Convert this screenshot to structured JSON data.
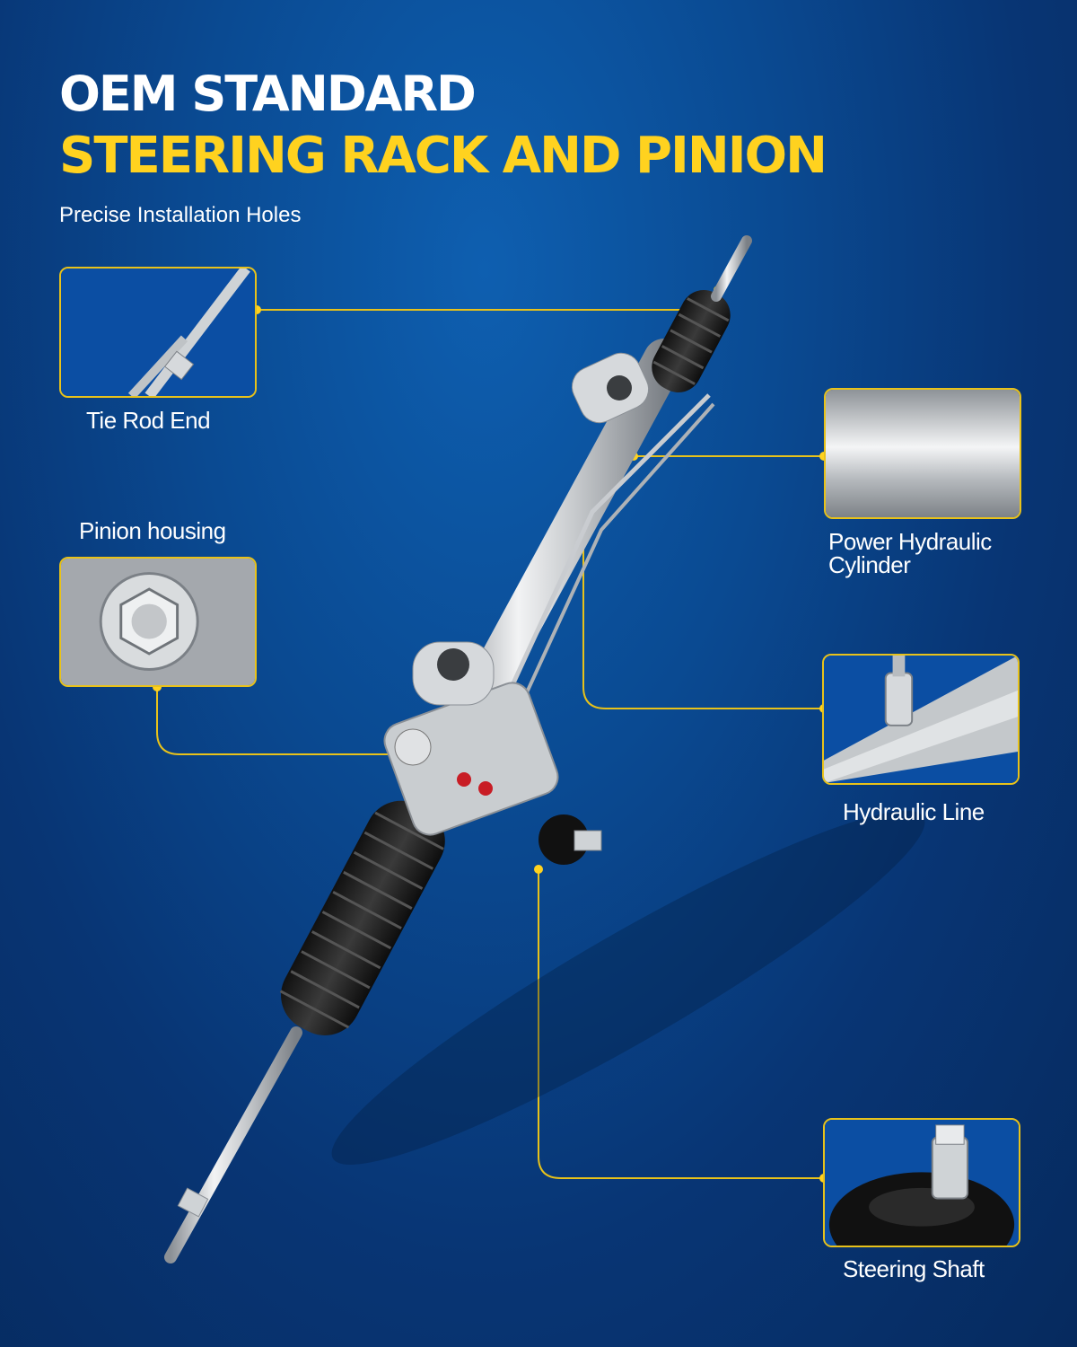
{
  "header": {
    "title_line1": "OEM STANDARD",
    "title_line2": "STEERING RACK AND PINION",
    "subtitle": "Precise Installation Holes"
  },
  "callouts": {
    "tie_rod_end": "Tie Rod End",
    "pinion_housing": "Pinion housing",
    "power_hydraulic_cylinder_line1": "Power Hydraulic",
    "power_hydraulic_cylinder_line2": "Cylinder",
    "hydraulic_line": "Hydraulic Line",
    "steering_shaft": "Steering Shaft"
  },
  "colors": {
    "accent": "#ffd21f",
    "background": "#0a4a92",
    "title": "#ffffff"
  }
}
